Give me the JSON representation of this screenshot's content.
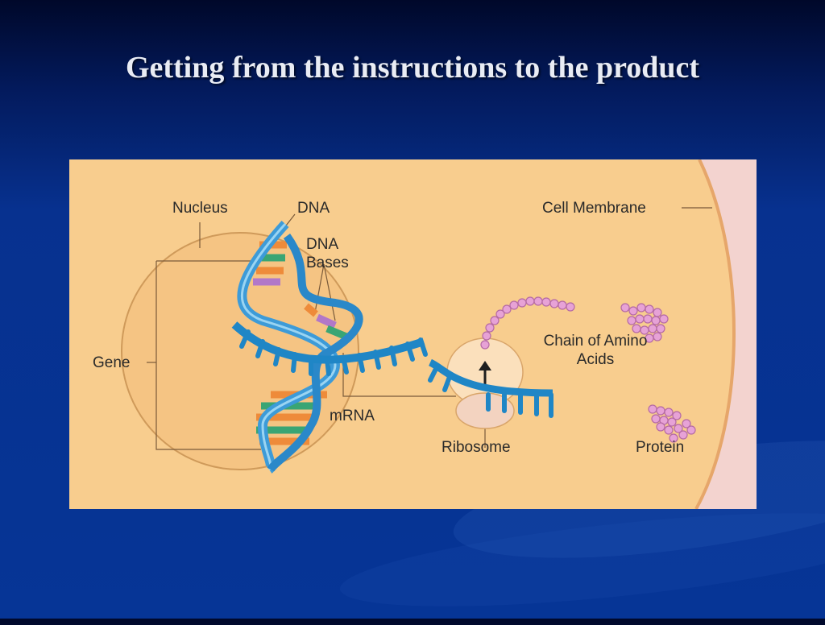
{
  "slide": {
    "title": "Getting from the instructions to the product"
  },
  "diagram": {
    "labels": {
      "nucleus": "Nucleus",
      "dna": "DNA",
      "dna_bases": "DNA Bases",
      "cell_membrane": "Cell Membrane",
      "gene": "Gene",
      "mrna": "mRNA",
      "ribosome": "Ribosome",
      "chain_of_amino_acids": "Chain of Amino Acids",
      "protein": "Protein"
    },
    "colors": {
      "cytoplasm": "#f8cd8e",
      "nucleus": "#f5c483",
      "membrane": "#f3d3cf",
      "dna_strand": "#3d9bd8",
      "rna_strand": "#1f86c6",
      "amino_acid": "#e7a2d6",
      "base_orange": "#ee8b3a",
      "base_green": "#3aa574",
      "base_purple": "#b277c8",
      "base_yellow": "#f1c857",
      "ribosome": "#fbe0bc"
    }
  }
}
